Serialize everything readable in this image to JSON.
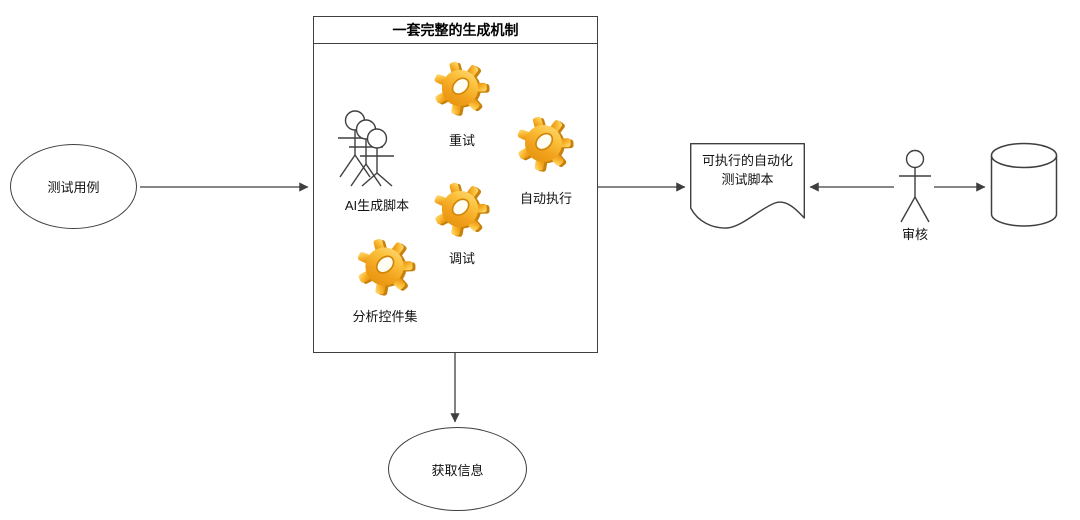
{
  "diagram": {
    "nodes": {
      "test_case": {
        "shape": "ellipse",
        "label": "测试用例"
      },
      "mechanism_box": {
        "shape": "titled-frame",
        "title": "一套完整的生成机制"
      },
      "ai_script": {
        "icon": "multi-actor-icon",
        "label": "AI生成脚本"
      },
      "retry": {
        "icon": "gear-icon",
        "label": "重试"
      },
      "auto_execute": {
        "icon": "gear-icon",
        "label": "自动执行"
      },
      "debug": {
        "icon": "gear-icon",
        "label": "调试"
      },
      "analyze_controls": {
        "icon": "gear-icon",
        "label": "分析控件集"
      },
      "executable_script": {
        "shape": "document",
        "label": "可执行的自动化\n测试脚本"
      },
      "review": {
        "icon": "actor-icon",
        "label": "审核"
      },
      "database": {
        "shape": "cylinder",
        "icon": "database-cylinder-icon"
      },
      "get_info": {
        "shape": "ellipse",
        "label": "获取信息"
      }
    },
    "edges": [
      {
        "from": "test_case",
        "to": "mechanism_box",
        "direction": "right"
      },
      {
        "from": "mechanism_box",
        "to": "executable_script",
        "direction": "right"
      },
      {
        "from": "review",
        "to": "executable_script",
        "direction": "left"
      },
      {
        "from": "review",
        "to": "database",
        "direction": "right"
      },
      {
        "from": "mechanism_box",
        "to": "get_info",
        "direction": "down"
      }
    ],
    "colors": {
      "background": "#ffffff",
      "line": "#3f3f3f",
      "gear_dark": "#e08f07",
      "gear_mid": "#f2a21d",
      "gear_light": "#fbc23d",
      "gear_highlight": "#ffdf8a",
      "gear_shadow": "#c8810a"
    }
  }
}
